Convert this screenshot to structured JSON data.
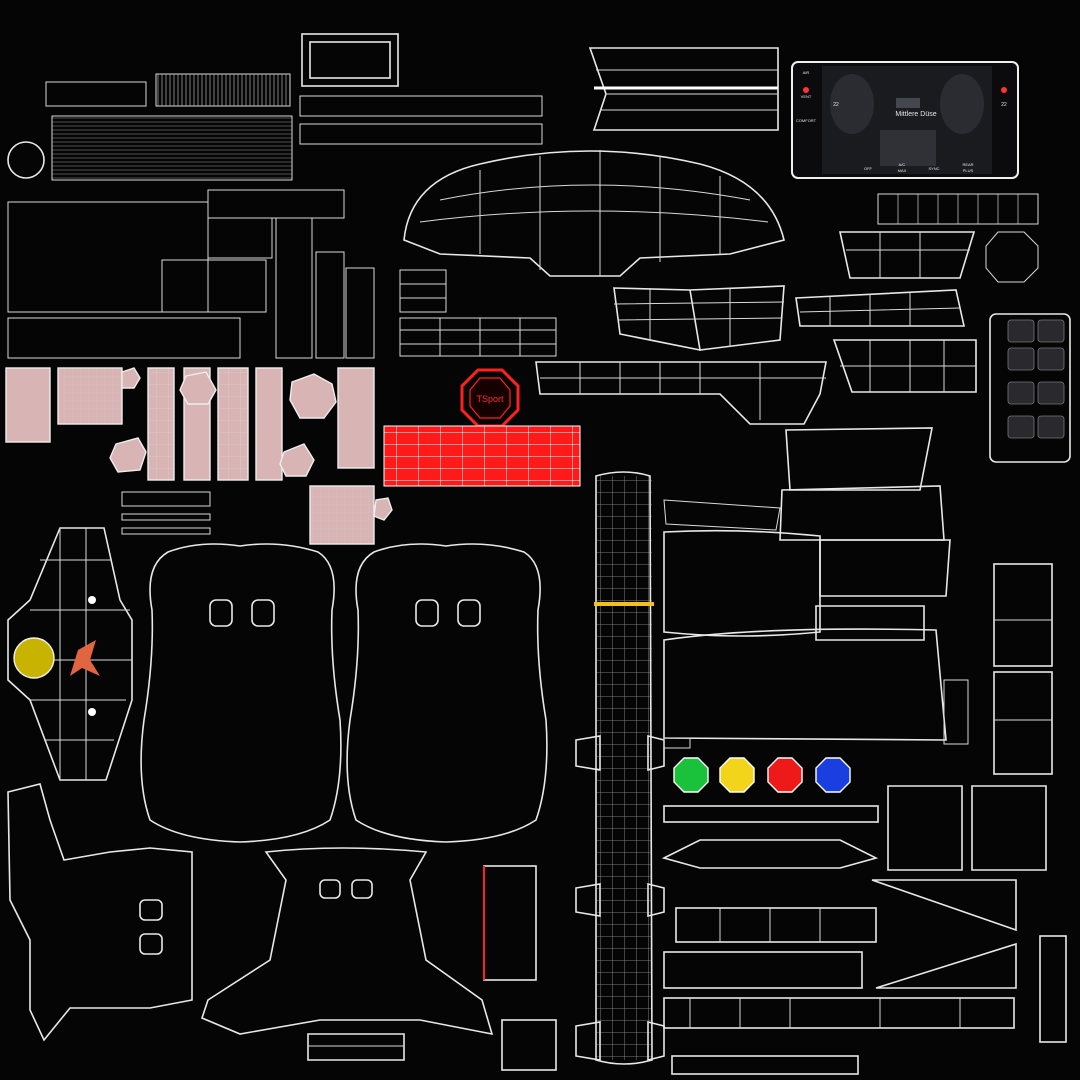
{
  "screen": {
    "zone_label": "Mittlere Düse",
    "btn_comfort": "COMFORT",
    "btn_vent": "VENT",
    "btn_air": "AIR",
    "btn_ac": "A/C",
    "btn_ac_sub": "MAX",
    "btn_sync": "SYNC",
    "btn_rear": "REAR",
    "btn_rear_sub": "PLUS",
    "btn_off": "OFF",
    "temp_left": "22",
    "temp_right": "22"
  },
  "emblem": {
    "text": "TSport"
  },
  "colors": {
    "background": "#050505",
    "wire": "#e8e8e8",
    "pink_fill": "#d8b4b4",
    "blue_fill": "#c8d3ea",
    "red_block": "#ff1a1a",
    "yellow_strip": "#f2c21a",
    "gem_green": "#19c23a",
    "gem_yellow": "#f2d41a",
    "gem_red": "#ee1a1a",
    "gem_blue": "#1a3fe0"
  }
}
